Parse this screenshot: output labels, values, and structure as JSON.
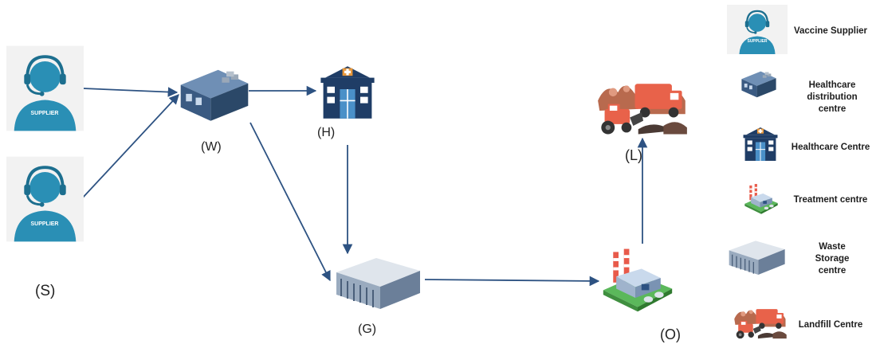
{
  "nodes": {
    "supplier": {
      "label": "(S)",
      "badge": "SUPPLIER"
    },
    "warehouse": {
      "label": "(W)"
    },
    "healthcare": {
      "label": "(H)"
    },
    "storage": {
      "label": "(G)"
    },
    "treatment": {
      "label": "(O)"
    },
    "landfill": {
      "label": "(L)"
    }
  },
  "legend": [
    {
      "icon": "supplier-icon",
      "label": "Vaccine Supplier"
    },
    {
      "icon": "distribution-centre-icon",
      "label": "Healthcare distribution centre"
    },
    {
      "icon": "healthcare-centre-icon",
      "label": "Healthcare Centre"
    },
    {
      "icon": "treatment-centre-icon",
      "label": "Treatment  centre"
    },
    {
      "icon": "waste-storage-icon",
      "label": "Waste Storage centre"
    },
    {
      "icon": "landfill-icon",
      "label": "Landfill Centre"
    }
  ],
  "colors": {
    "arrow": "#2d5282",
    "supplier": "#2a8fb5",
    "warehouse": "#3a5a82",
    "hospital": "#1f3d66",
    "storage": "#7b8fa8",
    "landfill_orange": "#e8624a",
    "factory_green": "#5bb85b"
  }
}
